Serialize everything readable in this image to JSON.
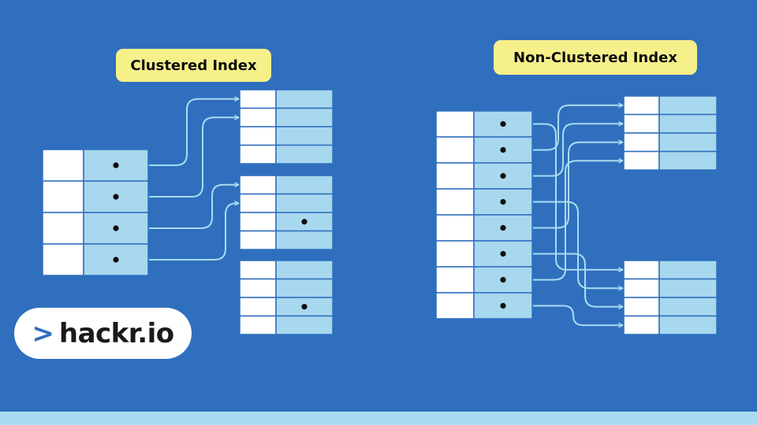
{
  "titles": {
    "clustered": "Clustered Index",
    "non_clustered": "Non-Clustered Index"
  },
  "logo": {
    "caret": ">",
    "text": "hackr.io"
  },
  "colors": {
    "background": "#2f6fbe",
    "cell_key": "#ffffff",
    "cell_value": "#a8d8ee",
    "cell_border": "#2f6fbe",
    "arrow": "#a9dcf1",
    "label_bg": "#f6f08a",
    "bottom_bar": "#a9dcf1"
  },
  "clustered": {
    "index_rows": 4,
    "index_row_pointers": [
      true,
      true,
      true,
      true
    ],
    "data_blocks": [
      {
        "rows": 4,
        "marked_rows": []
      },
      {
        "rows": 4,
        "marked_rows": [
          2
        ]
      },
      {
        "rows": 4,
        "marked_rows": [
          2
        ]
      }
    ],
    "links": [
      {
        "from_row": 0,
        "to_block": 0,
        "to_row": 0
      },
      {
        "from_row": 1,
        "to_block": 0,
        "to_row": 1
      },
      {
        "from_row": 2,
        "to_block": 1,
        "to_row": 0
      },
      {
        "from_row": 3,
        "to_block": 1,
        "to_row": 1
      }
    ]
  },
  "non_clustered": {
    "index_rows": 8,
    "index_row_pointers": [
      true,
      true,
      true,
      true,
      true,
      true,
      true,
      true
    ],
    "data_blocks": [
      {
        "rows": 4,
        "marked_rows": []
      },
      {
        "rows": 4,
        "marked_rows": []
      }
    ],
    "links": [
      {
        "from_row": 0,
        "to_block": 1,
        "to_row": 0
      },
      {
        "from_row": 1,
        "to_block": 0,
        "to_row": 0
      },
      {
        "from_row": 2,
        "to_block": 0,
        "to_row": 1
      },
      {
        "from_row": 3,
        "to_block": 1,
        "to_row": 1
      },
      {
        "from_row": 4,
        "to_block": 0,
        "to_row": 2
      },
      {
        "from_row": 5,
        "to_block": 1,
        "to_row": 2
      },
      {
        "from_row": 6,
        "to_block": 0,
        "to_row": 3
      },
      {
        "from_row": 7,
        "to_block": 1,
        "to_row": 3
      }
    ]
  }
}
